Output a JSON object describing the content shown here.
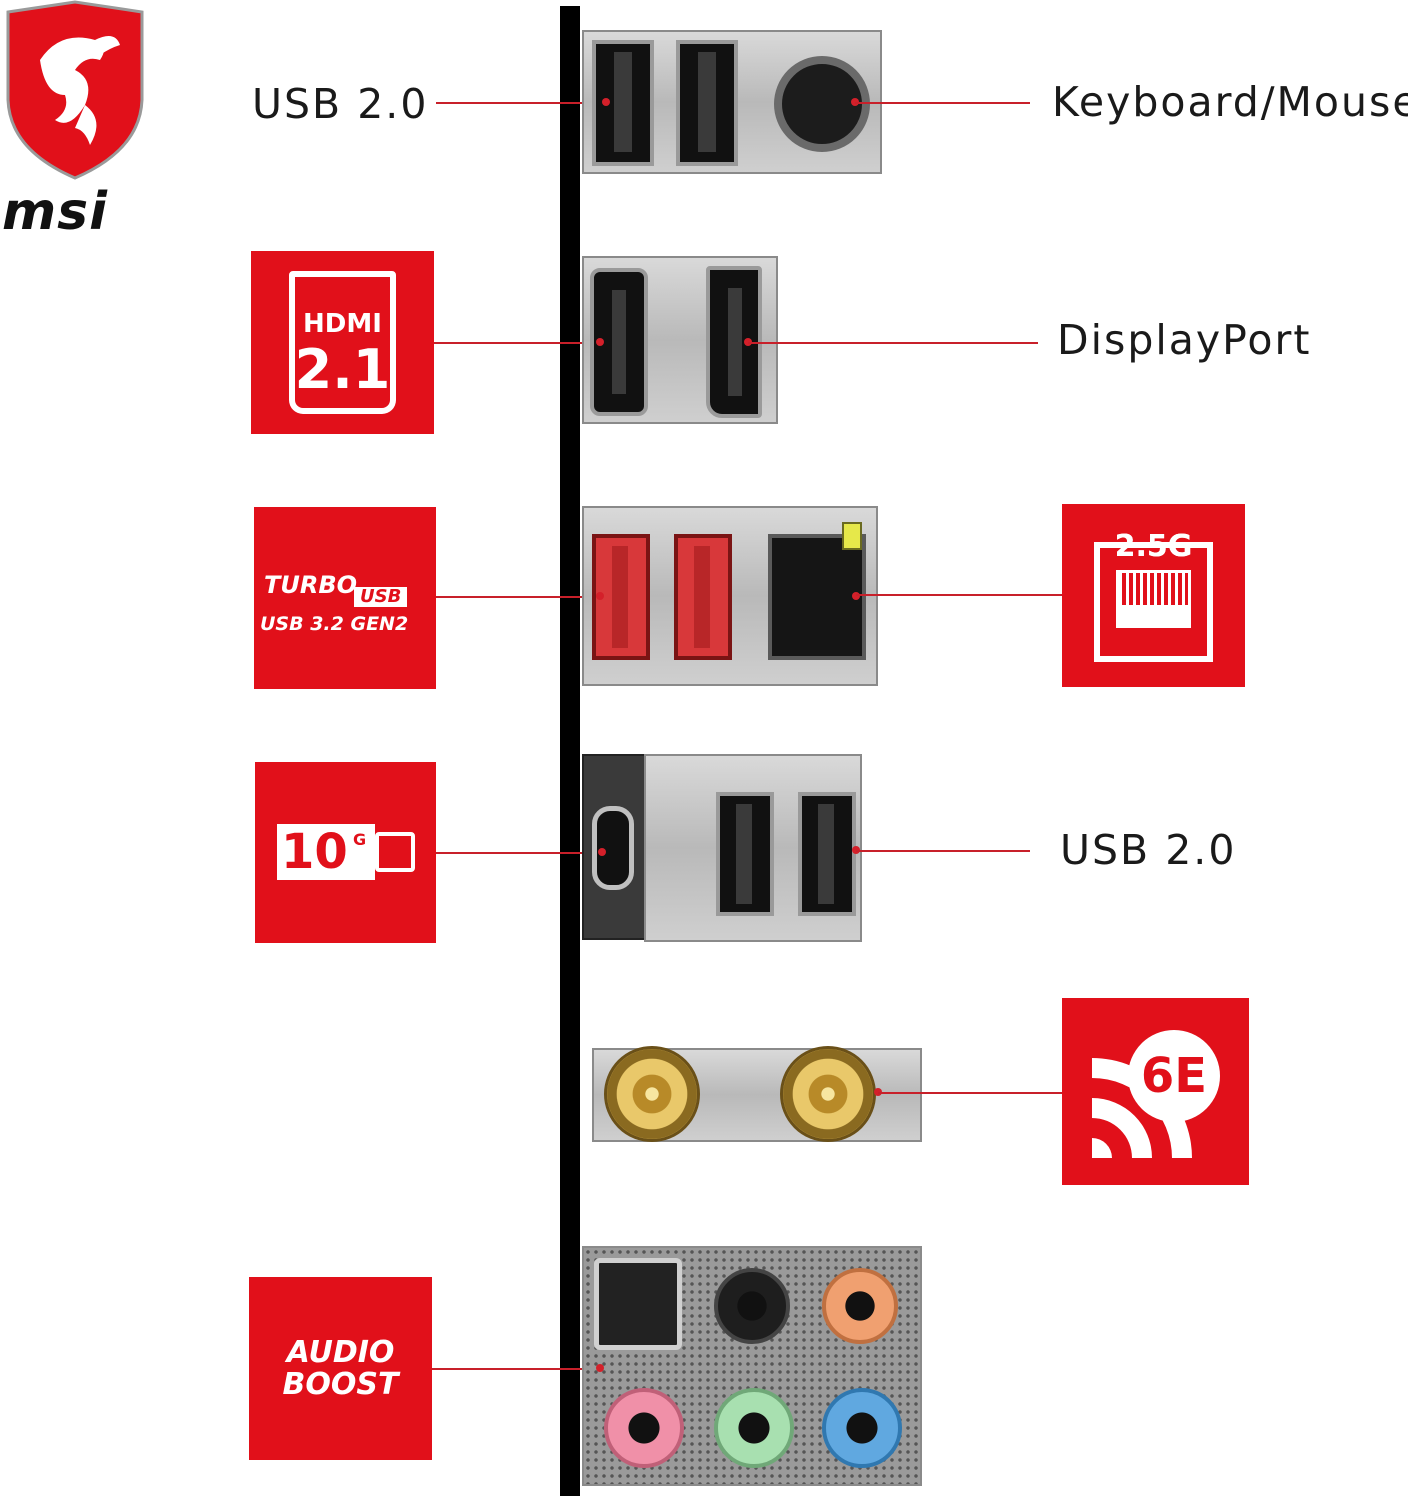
{
  "brand": {
    "name": "msi"
  },
  "labels": {
    "usb_top": "USB 2.0",
    "keyboard_mouse": "Keyboard/Mouse",
    "displayport": "DisplayPort",
    "usb_bottom": "USB 2.0"
  },
  "badges": {
    "hdmi": {
      "line1": "HDMI",
      "line2": "2.1"
    },
    "turbo_usb": {
      "line1": "TURBO",
      "line2": "USB",
      "line3": "USB 3.2 GEN2"
    },
    "lan": {
      "text": "2.5G"
    },
    "usb_c": {
      "text": "10",
      "sup": "G"
    },
    "wifi": {
      "text": "6E"
    },
    "audio": {
      "line1": "AUDIO",
      "line2": "BOOST"
    }
  },
  "colors": {
    "brand_red": "#e1101a",
    "leader_line": "#c8202a",
    "divider": "#000000"
  }
}
